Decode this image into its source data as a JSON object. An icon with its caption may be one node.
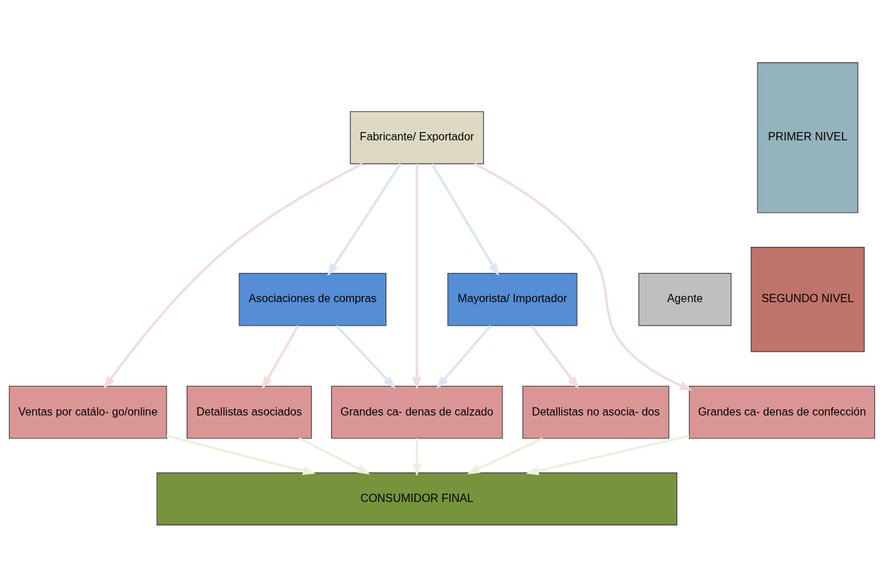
{
  "diagram": {
    "nodes": [
      {
        "text": [
          "Fabricante/ Exportador"
        ]
      },
      {
        "text": [
          "Agente"
        ]
      },
      {
        "text": [
          "Asociaciones de compras"
        ]
      },
      {
        "text": [
          "Mayorista/ Importador"
        ]
      },
      {
        "text": [
          "Ventas por catálo- go/online"
        ]
      },
      {
        "text": [
          "Detallistas asociados"
        ]
      },
      {
        "text": [
          "Grandes ca- denas de calzado"
        ]
      },
      {
        "text": [
          "Detallistas no asocia- dos"
        ]
      },
      {
        "text": [
          "Grandes ca- denas de confección"
        ]
      },
      {
        "text": [
          "CONSUMIDOR FINAL"
        ]
      },
      {
        "text": [
          "PRIMER NIVEL"
        ]
      },
      {
        "text": [
          "SEGUNDO NIVEL"
        ]
      }
    ],
    "edges": [
      {
        "from": 0,
        "to": 4,
        "arrow": "to",
        "color": "#f2dcdb"
      },
      {
        "from": 0,
        "to": 2,
        "arrow": "to",
        "color": "#dbe5f1"
      },
      {
        "from": 0,
        "to": 6,
        "arrow": "to",
        "color": "#f2dcdb"
      },
      {
        "from": 0,
        "to": 3,
        "arrow": "to",
        "color": "#dbe5f1"
      },
      {
        "from": 0,
        "to": 8,
        "arrow": "to",
        "color": "#f2dcdb"
      },
      {
        "from": 2,
        "to": 6,
        "arrow": "to",
        "color": "#dbe5f1"
      },
      {
        "from": 3,
        "to": 6,
        "arrow": "to",
        "color": "#dbe5f1"
      },
      {
        "from": 2,
        "to": 5,
        "arrow": "to",
        "color": "#f2dcdb"
      },
      {
        "from": 3,
        "to": 7,
        "arrow": "to",
        "color": "#f2dcdb"
      },
      {
        "from": 4,
        "to": 9,
        "arrow": "to",
        "color": "#ebf1de"
      },
      {
        "from": 5,
        "to": 9,
        "arrow": "to",
        "color": "#ebf1de"
      },
      {
        "from": 6,
        "to": 9,
        "arrow": "to",
        "color": "#ebf1de"
      },
      {
        "from": 7,
        "to": 9,
        "arrow": "to",
        "color": "#ebf1de"
      },
      {
        "from": 8,
        "to": 9,
        "arrow": "to",
        "color": "#ebf1de"
      }
    ]
  }
}
